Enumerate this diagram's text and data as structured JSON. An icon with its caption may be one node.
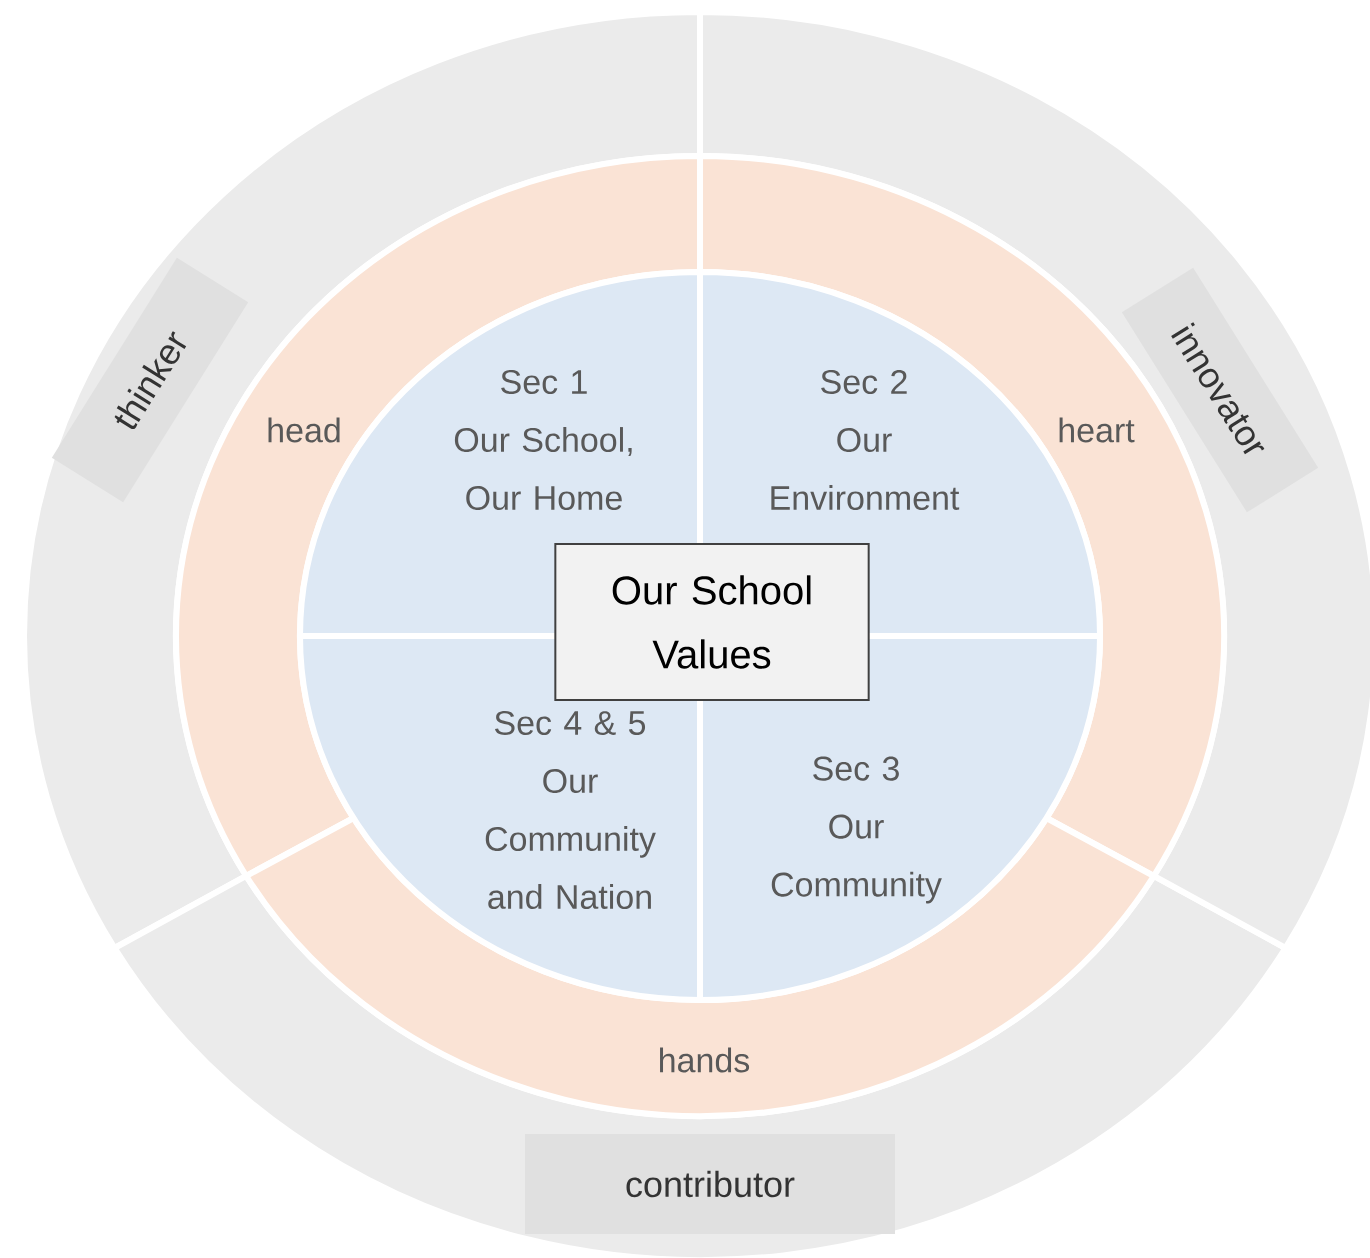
{
  "diagram": {
    "nodes": [
      {
        "text": [
          "thinker"
        ]
      },
      {
        "text": [
          "innovator"
        ]
      },
      {
        "text": [
          "head"
        ]
      },
      {
        "text": [
          "heart"
        ]
      },
      {
        "text": [
          "Sec 1",
          "Our School, Our Home"
        ]
      },
      {
        "text": [
          "Sec 2",
          "Our Environment"
        ]
      },
      {
        "text": [
          "Our School Values"
        ]
      },
      {
        "text": [
          "Sec 4 & 5",
          "Our Community and Nation"
        ]
      },
      {
        "text": [
          "Sec 3",
          "Our Community"
        ]
      },
      {
        "text": [
          "hands"
        ]
      },
      {
        "text": [
          "contributor"
        ]
      }
    ]
  }
}
